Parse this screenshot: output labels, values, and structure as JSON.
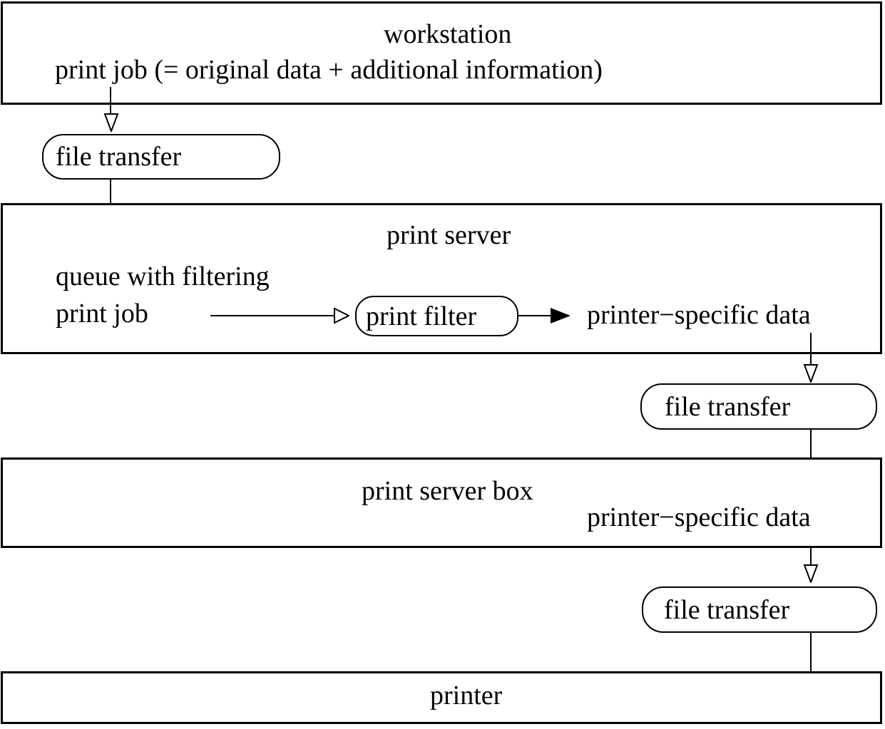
{
  "diagram": {
    "background_color": "#ffffff",
    "line_color": "#000000",
    "workstation": {
      "title": "workstation",
      "job_label": "print job (= original data + additional information)"
    },
    "print_server": {
      "title": "print server",
      "queue_label": "queue with filtering",
      "job_label": "print job",
      "filter_label": "print filter",
      "output_label": "printer−specific data"
    },
    "print_server_box": {
      "title": "print server box",
      "data_label": "printer−specific data"
    },
    "printer": {
      "title": "printer"
    },
    "transfers": [
      {
        "label": "file transfer"
      },
      {
        "label": "file transfer"
      },
      {
        "label": "file transfer"
      }
    ]
  }
}
